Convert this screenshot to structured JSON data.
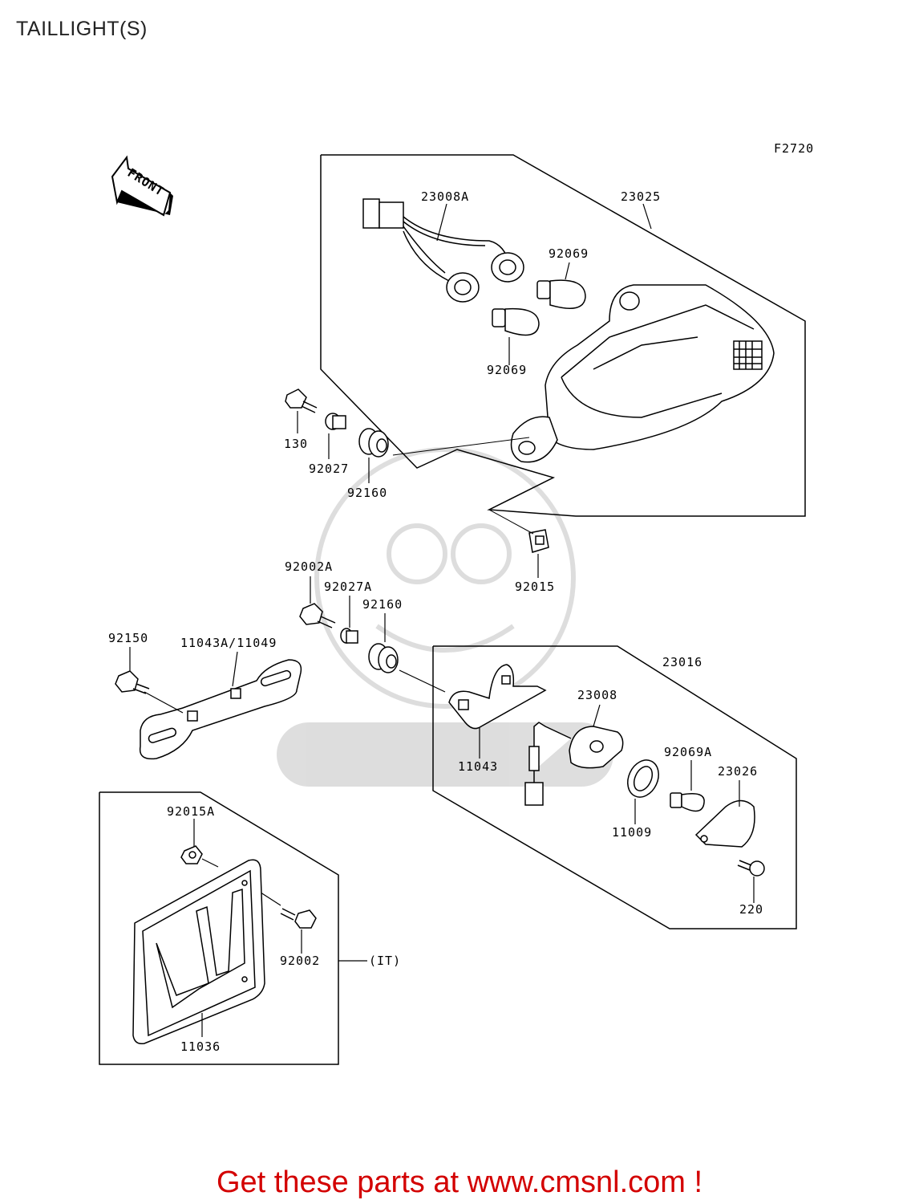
{
  "title": "TAILLIGHT(S)",
  "figure_code": "F2720",
  "front_arrow_label": "FRONT",
  "watermark": "WWW.CMSNL.COM",
  "part_labels": {
    "p23008A": "23008A",
    "p23025": "23025",
    "p92069_top": "92069",
    "p92069_bottom": "92069",
    "p130": "130",
    "p92027": "92027",
    "p92160_top": "92160",
    "p92015": "92015",
    "p92002A": "92002A",
    "p92027A": "92027A",
    "p92160_mid": "92160",
    "p92150": "92150",
    "p11043A_11049": "11043A/11049",
    "p23016": "23016",
    "p23008": "23008",
    "p11043": "11043",
    "p92069A": "92069A",
    "p23026": "23026",
    "p11009": "11009",
    "p220": "220",
    "p92015A": "92015A",
    "p92002": "92002",
    "pIT": "(IT)",
    "p11036": "11036"
  },
  "footer": "Get these parts at www.cmsnl.com !"
}
